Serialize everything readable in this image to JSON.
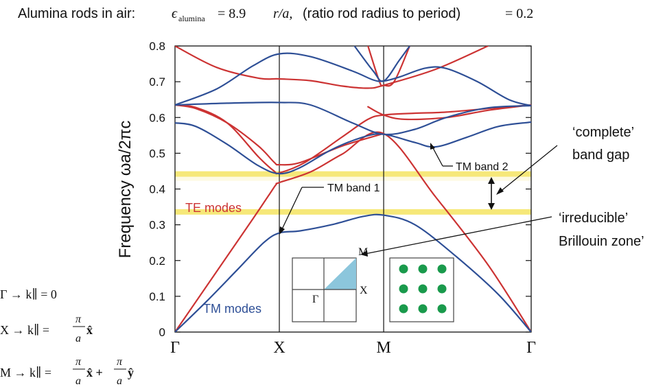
{
  "header": {
    "prefix": "Alumina rods in air:",
    "eps_symbol": "ϵ",
    "eps_subscript": "alumina",
    "eps_value": "= 8.9",
    "ratio_symbol": "r/a,",
    "ratio_text": "(ratio rod radius to period)",
    "ratio_value": "= 0.2"
  },
  "annotations": {
    "te_modes": "TE modes",
    "tm_modes": "TM modes",
    "tm_band_1": "TM band 1",
    "tm_band_2": "TM band 2",
    "complete_gap_1": "‘complete’",
    "complete_gap_2": "band gap",
    "brillouin_1": "‘irreducible’",
    "brillouin_2": "Brillouin zone’"
  },
  "inset": {
    "label_M": "M",
    "label_X": "X",
    "label_Gamma": "Γ"
  },
  "definitions": {
    "gamma_def": "Γ → k∥ = 0",
    "x_def_lhs": "X → k∥ =",
    "x_def_num": "π",
    "x_def_den": "a",
    "x_def_vec": "x̂",
    "m_def_lhs": "M → k∥ =",
    "m_def_num1": "π",
    "m_def_den1": "a",
    "m_def_vec1": "x̂ +",
    "m_def_num2": "π",
    "m_def_den2": "a",
    "m_def_vec2": "ŷ"
  },
  "colors": {
    "te": "#cc3333",
    "tm": "#2e4f96",
    "gap": "#f5e66a",
    "brillouin_fill": "#8cc6dc",
    "rod": "#1a9a4c"
  },
  "chart_data": {
    "type": "line",
    "ylabel": "Frequency  ωa/2πc",
    "ylim": [
      0,
      0.8
    ],
    "yticks": [
      "0",
      "0.1",
      "0.2",
      "0.3",
      "0.4",
      "0.5",
      "0.6",
      "0.7",
      "0.8"
    ],
    "x_ticks": [
      "Γ",
      "X",
      "M",
      "Γ"
    ],
    "x_tick_positions": [
      0,
      1,
      2,
      3.414
    ],
    "band_gaps": [
      {
        "lower": 0.336,
        "upper": 0.442
      }
    ],
    "series": [
      {
        "group": "TE",
        "values": [
          [
            0,
            0
          ],
          [
            0.25,
            0.106
          ],
          [
            0.5,
            0.212
          ],
          [
            0.75,
            0.318
          ],
          [
            0.9,
            0.383
          ],
          [
            0.97,
            0.413
          ],
          [
            1,
            0.418
          ],
          [
            1.3,
            0.448
          ],
          [
            1.6,
            0.497
          ],
          [
            2,
            0.555
          ],
          [
            2.5,
            0.377
          ],
          [
            3,
            0.188
          ],
          [
            3.414,
            0
          ]
        ]
      },
      {
        "group": "TE",
        "values": [
          [
            0,
            0.635
          ],
          [
            0.2,
            0.625
          ],
          [
            0.5,
            0.585
          ],
          [
            0.8,
            0.52
          ],
          [
            0.95,
            0.475
          ],
          [
            1,
            0.468
          ],
          [
            1.2,
            0.474
          ],
          [
            1.6,
            0.52
          ],
          [
            2,
            0.555
          ]
        ]
      },
      {
        "group": "TE",
        "values": [
          [
            0,
            0.635
          ],
          [
            0.2,
            0.628
          ],
          [
            0.5,
            0.585
          ],
          [
            0.8,
            0.49
          ],
          [
            0.95,
            0.45
          ],
          [
            1,
            0.445
          ],
          [
            1.25,
            0.475
          ],
          [
            1.6,
            0.545
          ],
          [
            1.85,
            0.595
          ],
          [
            2,
            0.607
          ],
          [
            2.3,
            0.612
          ],
          [
            2.6,
            0.615
          ],
          [
            3,
            0.625
          ],
          [
            3.414,
            0.635
          ]
        ]
      },
      {
        "group": "TE",
        "values": [
          [
            0,
            0.8
          ],
          [
            0.4,
            0.74
          ],
          [
            0.8,
            0.71
          ],
          [
            1,
            0.708
          ],
          [
            1.3,
            0.703
          ],
          [
            1.6,
            0.688
          ],
          [
            1.85,
            0.682
          ],
          [
            2,
            0.69
          ],
          [
            2.5,
            0.735
          ],
          [
            3,
            0.8
          ]
        ]
      },
      {
        "group": "TE",
        "values": [
          [
            1.85,
            0.8
          ],
          [
            1.96,
            0.7
          ],
          [
            2,
            0.69
          ],
          [
            2.1,
            0.7
          ],
          [
            2.25,
            0.8
          ]
        ]
      },
      {
        "group": "TE",
        "values": [
          [
            1.85,
            0.63
          ],
          [
            2,
            0.607
          ],
          [
            2.2,
            0.595
          ],
          [
            2.6,
            0.6
          ],
          [
            3,
            0.62
          ],
          [
            3.414,
            0.635
          ]
        ]
      },
      {
        "group": "TM",
        "values": [
          [
            0,
            0
          ],
          [
            0.3,
            0.085
          ],
          [
            0.6,
            0.175
          ],
          [
            0.85,
            0.25
          ],
          [
            1,
            0.277
          ],
          [
            1.2,
            0.283
          ],
          [
            1.5,
            0.3
          ],
          [
            1.8,
            0.323
          ],
          [
            2,
            0.327
          ],
          [
            2.3,
            0.3
          ],
          [
            2.7,
            0.21
          ],
          [
            3.1,
            0.105
          ],
          [
            3.414,
            0
          ]
        ]
      },
      {
        "group": "TM",
        "values": [
          [
            0,
            0.585
          ],
          [
            0.2,
            0.575
          ],
          [
            0.5,
            0.525
          ],
          [
            0.8,
            0.465
          ],
          [
            1,
            0.443
          ],
          [
            1.2,
            0.46
          ],
          [
            1.5,
            0.51
          ],
          [
            1.8,
            0.545
          ],
          [
            2,
            0.553
          ],
          [
            2.3,
            0.53
          ],
          [
            2.5,
            0.518
          ],
          [
            2.8,
            0.545
          ],
          [
            3.1,
            0.575
          ],
          [
            3.414,
            0.587
          ]
        ]
      },
      {
        "group": "TM",
        "values": [
          [
            0,
            0.635
          ],
          [
            0.5,
            0.64
          ],
          [
            1,
            0.642
          ],
          [
            1.3,
            0.635
          ],
          [
            1.7,
            0.585
          ],
          [
            2,
            0.553
          ],
          [
            2.3,
            0.567
          ],
          [
            2.6,
            0.6
          ],
          [
            3,
            0.627
          ],
          [
            3.414,
            0.633
          ]
        ]
      },
      {
        "group": "TM",
        "values": [
          [
            0,
            0.635
          ],
          [
            0.4,
            0.68
          ],
          [
            0.75,
            0.745
          ],
          [
            1,
            0.778
          ],
          [
            1.3,
            0.77
          ],
          [
            1.7,
            0.73
          ],
          [
            1.9,
            0.705
          ],
          [
            2,
            0.702
          ],
          [
            2.15,
            0.713
          ],
          [
            2.4,
            0.738
          ],
          [
            2.6,
            0.737
          ],
          [
            2.9,
            0.7
          ],
          [
            3.2,
            0.65
          ],
          [
            3.414,
            0.633
          ]
        ]
      },
      {
        "group": "TM",
        "values": [
          [
            1.72,
            0.8
          ],
          [
            1.9,
            0.73
          ],
          [
            2,
            0.702
          ],
          [
            2.15,
            0.76
          ],
          [
            2.25,
            0.8
          ]
        ]
      }
    ]
  }
}
